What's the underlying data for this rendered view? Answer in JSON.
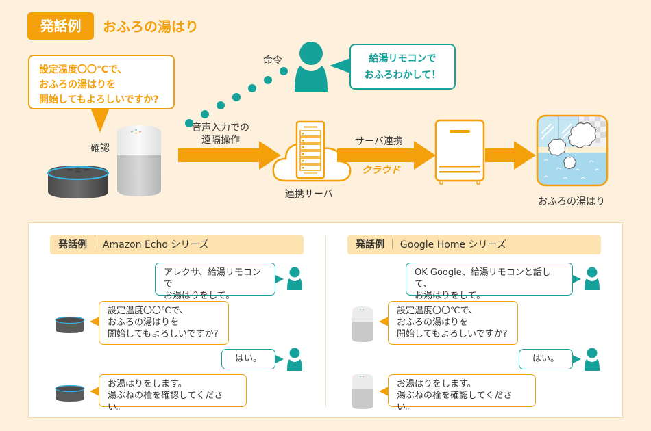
{
  "header": {
    "badge": "発話例",
    "title": "おふろの湯はり"
  },
  "diagram": {
    "confirm_bubble": "設定温度〇〇℃で、\nおふろの湯はりを\n開始してもよろしいですか?",
    "confirm_label": "確認",
    "command_label": "命令",
    "user_bubble": "給湯リモコンで\nおふろわかして！",
    "voice_label": "音声入力での\n遠隔操作",
    "server_label": "連携サーバ",
    "server_link_label": "サーバ連携",
    "cloud_label": "クラウド",
    "bath_label": "おふろの湯はり"
  },
  "colors": {
    "accent_orange": "#f3a00b",
    "accent_teal": "#14a29a",
    "background": "#fdf0dc"
  },
  "sections": [
    {
      "header_prefix": "発話例",
      "header_sep": "｜",
      "header_name": "Amazon Echo シリーズ",
      "device": "amazon-echo-dot",
      "conversation": [
        {
          "speaker": "user",
          "text": "アレクサ、給湯リモコンで\nお湯はりをして。"
        },
        {
          "speaker": "device",
          "text": "設定温度〇〇℃で、\nおふろの湯はりを\n開始してもよろしいですか?"
        },
        {
          "speaker": "user",
          "text": "はい。"
        },
        {
          "speaker": "device",
          "text": "お湯はりをします。\n湯ぶねの栓を確認してください。"
        }
      ]
    },
    {
      "header_prefix": "発話例",
      "header_sep": "｜",
      "header_name": "Google Home シリーズ",
      "device": "google-home",
      "conversation": [
        {
          "speaker": "user",
          "text": "OK Google、給湯リモコンと話して、\nお湯はりをして。"
        },
        {
          "speaker": "device",
          "text": "設定温度〇〇℃で、\nおふろの湯はりを\n開始してもよろしいですか?"
        },
        {
          "speaker": "user",
          "text": "はい。"
        },
        {
          "speaker": "device",
          "text": "お湯はりをします。\n湯ぶねの栓を確認してください。"
        }
      ]
    }
  ]
}
